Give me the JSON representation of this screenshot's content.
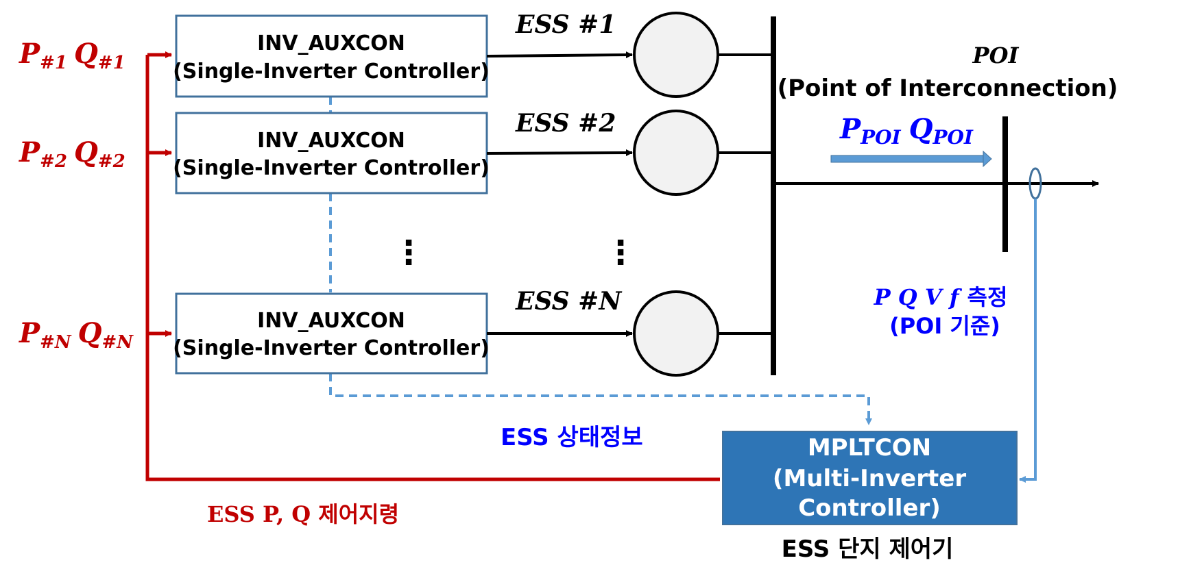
{
  "colors": {
    "red": "#c00000",
    "blue_line": "#5b9bd5",
    "box_border": "#41719c",
    "mpltcon_fill": "#2e75b6",
    "blue_text": "#0000ff",
    "circle_fill": "#f2f2f2"
  },
  "inverter_boxes": [
    {
      "name": "INV_AUXCON",
      "desc": "(Single-Inverter Controller)"
    },
    {
      "name": "INV_AUXCON",
      "desc": "(Single-Inverter Controller)"
    },
    {
      "name": "INV_AUXCON",
      "desc": "(Single-Inverter Controller)"
    }
  ],
  "setpoints": [
    {
      "p": "P",
      "p_sub": "#1",
      "q": "Q",
      "q_sub": "#1"
    },
    {
      "p": "P",
      "p_sub": "#2",
      "q": "Q",
      "q_sub": "#2"
    },
    {
      "p": "P",
      "p_sub": "#N",
      "q": "Q",
      "q_sub": "#N"
    }
  ],
  "ess_labels": [
    "ESS #1",
    "ESS #2",
    "ESS #N"
  ],
  "poi": {
    "abbr": "POI",
    "full": "(Point of Interconnection)",
    "p_label": "P",
    "q_label": "Q",
    "sub": "POI"
  },
  "measurement": {
    "line1_vars": "P Q V f",
    "line1_word": "측정",
    "line2": "(POI 기준)"
  },
  "ess_status": "ESS 상태정보",
  "control_command": "ESS P, Q 제어지령",
  "mpltcon": {
    "line1": "MPLTCON",
    "line2": "(Multi-Inverter",
    "line3": "Controller)"
  },
  "site_controller": "ESS 단지 제어기",
  "ellipsis": "⋮"
}
